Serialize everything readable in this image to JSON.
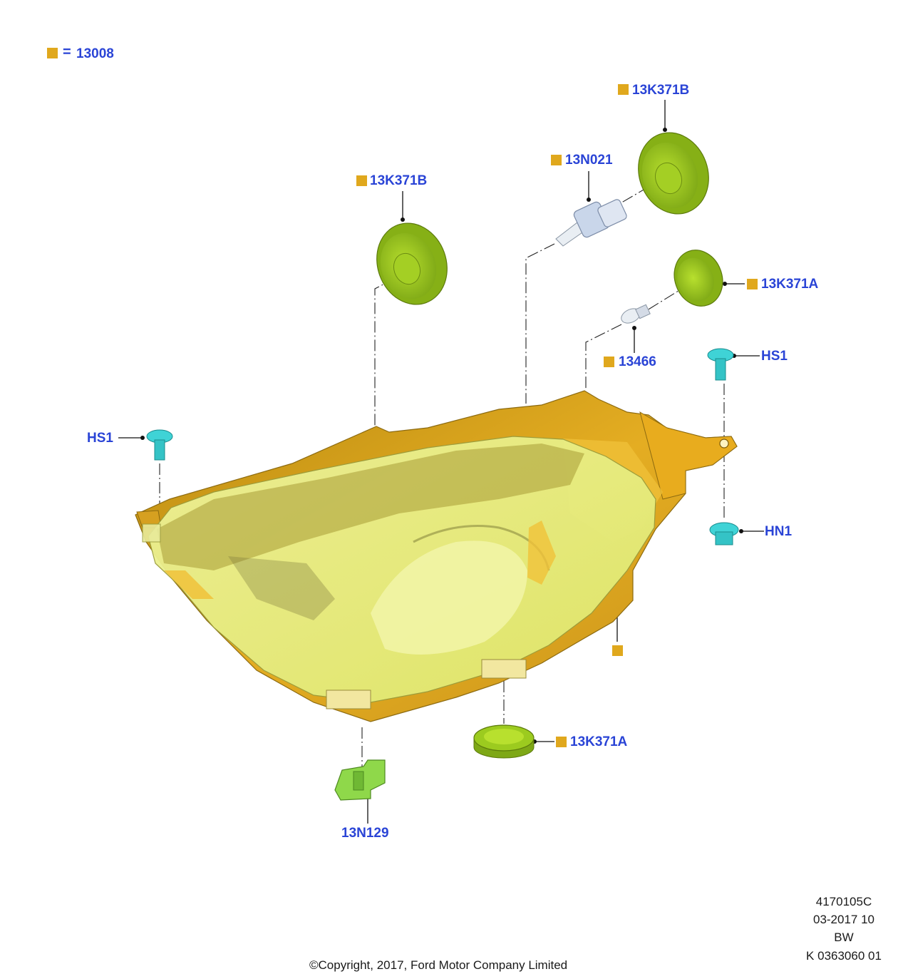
{
  "legend": {
    "symbol": "=",
    "part": "13008"
  },
  "labels": {
    "k371b_top": "13K371B",
    "n021": "13N021",
    "k371b_left": "13K371B",
    "k371a_right": "13K371A",
    "p13466": "13466",
    "hs1_right": "HS1",
    "hs1_left": "HS1",
    "hn1": "HN1",
    "k371a_bottom": "13K371A",
    "n129": "13N129"
  },
  "refblock": {
    "line1": "4170105C",
    "line2": "03-2017 10",
    "line3": "BW",
    "line4": "K 0363060 01"
  },
  "copyright": "©Copyright, 2017, Ford Motor Company Limited",
  "colors": {
    "label": "#2a44d6",
    "marker": "#e0a81d",
    "housing": "#d9a21c",
    "lens": "#e6ec7a",
    "cap": "#9ccb1f",
    "fastener": "#3fd3d6"
  }
}
